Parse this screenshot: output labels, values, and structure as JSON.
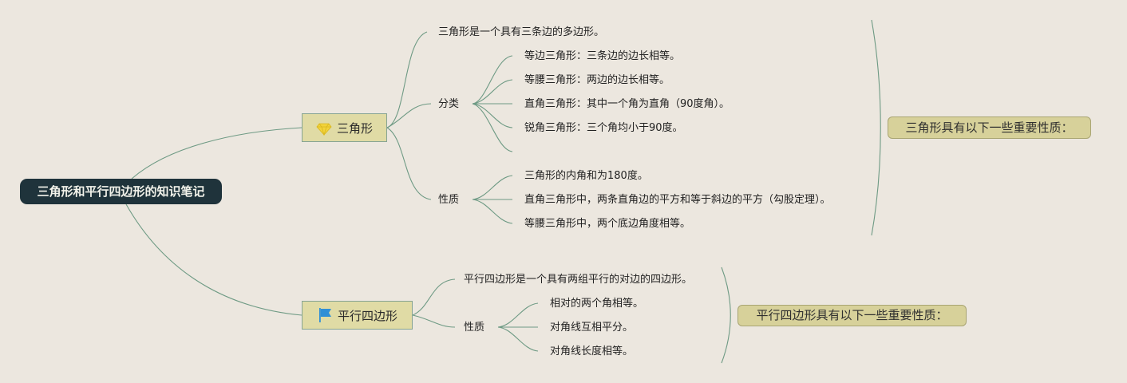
{
  "root": "三角形和平行四边形的知识笔记",
  "triangle": {
    "title": "三角形",
    "icon": "diamond-icon",
    "definition": "三角形是一个具有三条边的多边形。",
    "classification": {
      "label": "分类",
      "items": [
        "等边三角形：三条边的边长相等。",
        "等腰三角形：两边的边长相等。",
        "直角三角形：其中一个角为直角（90度角）。",
        "锐角三角形：三个角均小于90度。"
      ]
    },
    "properties": {
      "label": "性质",
      "items": [
        "三角形的内角和为180度。",
        "直角三角形中，两条直角边的平方和等于斜边的平方（勾股定理）。",
        "等腰三角形中，两个底边角度相等。"
      ]
    },
    "summary": "三角形具有以下一些重要性质："
  },
  "parallelogram": {
    "title": "平行四边形",
    "icon": "flag-icon",
    "definition": "平行四边形是一个具有两组平行的对边的四边形。",
    "properties": {
      "label": "性质",
      "items": [
        "相对的两个角相等。",
        "对角线互相平分。",
        "对角线长度相等。"
      ]
    },
    "summary": "平行四边形具有以下一些重要性质："
  },
  "colors": {
    "background": "#ece7df",
    "root_fill": "#1f333b",
    "topic_fill": "#e0dba5",
    "summary_fill": "#d7d19a",
    "line": "#6e9a84",
    "diamond": "#f2d33a",
    "flag": "#2f8fd6"
  }
}
